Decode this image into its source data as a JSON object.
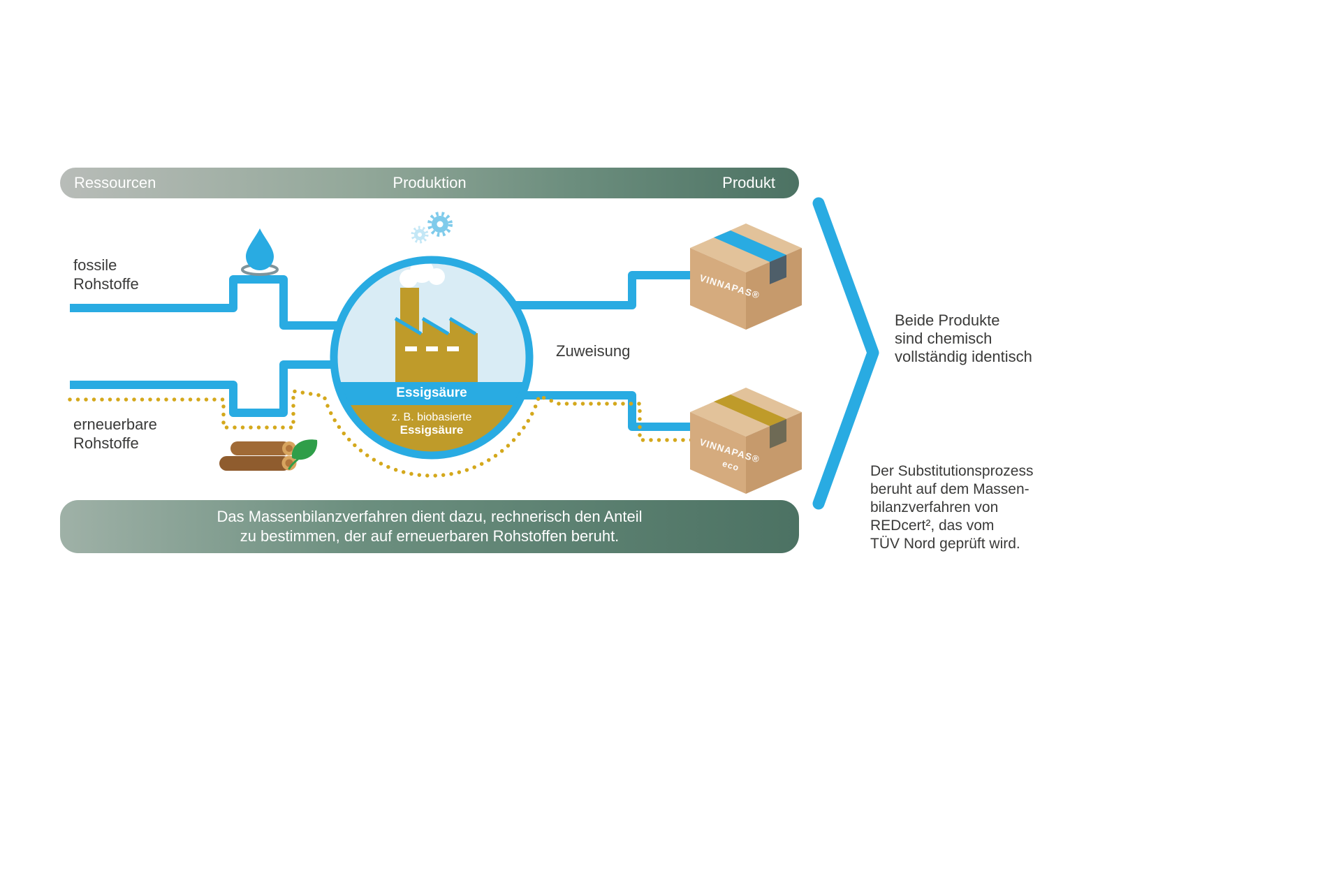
{
  "header": {
    "left": "Ressourcen",
    "center": "Produktion",
    "right": "Produkt"
  },
  "resources": {
    "fossil": "fossile\nRohstoffe",
    "renewable": "erneuerbare\nRohstoffe"
  },
  "process": {
    "allocation_label": "Zuweisung",
    "vessel_band": "Essigsäure",
    "vessel_bio_line1": "z. B. biobasierte",
    "vessel_bio_line2": "Essigsäure"
  },
  "products": {
    "box_top": {
      "label": "VINNAPAS®"
    },
    "box_bottom": {
      "label": "VINNAPAS®",
      "sublabel": "eco"
    }
  },
  "notes": {
    "identical": "Beide Produkte\nsind chemisch\nvollständig identisch",
    "substitution": "Der Substitutionsprozess\nberuht auf dem Massen-\nbilanzverfahren von\nREDcert², das vom\nTÜV Nord geprüft wird."
  },
  "footer": {
    "text": "Das Massenbilanzverfahren dient dazu, rechnerisch den Anteil\nzu bestimmen, der auf erneuerbaren Rohstoffen beruht."
  },
  "colors": {
    "blue": "#29abe2",
    "gold": "#bf9b2a",
    "dotted_yellow": "#d4a81c",
    "green_dark": "#4c7263",
    "gray_light": "#b8bcb8",
    "leaf_green": "#2f9e49"
  },
  "icons": {
    "water_drop": "droplet",
    "gears": "gears",
    "logs": "wood-logs",
    "leaf": "leaf",
    "factory": "factory",
    "chevron": "right-chevron"
  }
}
